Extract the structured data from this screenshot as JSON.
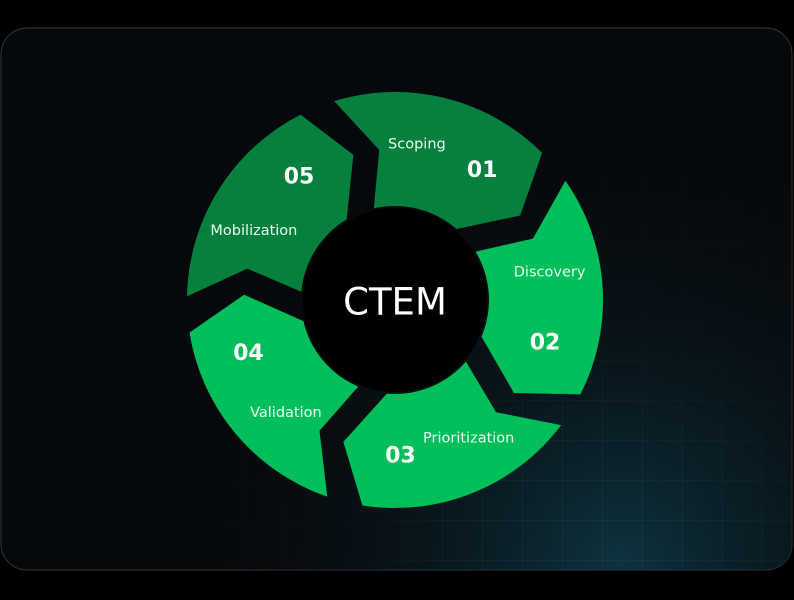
{
  "center_label": "CTEM",
  "colors": {
    "background": "#000000",
    "panel": "#06090c",
    "panel_border": "#2a2d33",
    "grid_glow": "#0f3a48",
    "dark_green": "#06803e",
    "bright_green": "#00bf5a",
    "hub": "#000000"
  },
  "segments": [
    {
      "number": "01",
      "label": "Scoping",
      "tone": "dark"
    },
    {
      "number": "02",
      "label": "Discovery",
      "tone": "bright"
    },
    {
      "number": "03",
      "label": "Prioritization",
      "tone": "bright"
    },
    {
      "number": "04",
      "label": "Validation",
      "tone": "bright"
    },
    {
      "number": "05",
      "label": "Mobilization",
      "tone": "dark"
    }
  ]
}
